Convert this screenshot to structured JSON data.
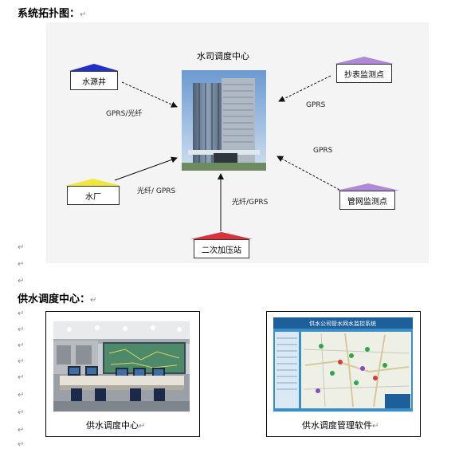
{
  "section1": {
    "heading": "系统拓扑图：",
    "mark": "↵"
  },
  "diagram": {
    "center_title": "水司调度中心",
    "nodes": {
      "water_well": "水源井",
      "meter_point": "抄表监测点",
      "water_plant": "水厂",
      "pipe_point": "管网监测点",
      "booster": "二次加压站"
    },
    "links": {
      "well": "GPRS/光纤",
      "meter": "GPRS",
      "pipe": "GPRS",
      "plant": "光纤/ GPRS",
      "booster": "光纤/GPRS"
    },
    "colors": {
      "well_roof": "#2030c8",
      "meter_roof": "#b088d8",
      "plant_roof": "#f0e838",
      "pipe_roof": "#b088d8",
      "booster_roof": "#d8323c"
    }
  },
  "paragraph_mark": "↵",
  "section2": {
    "heading": "供水调度中心：",
    "mark": "↵"
  },
  "photos": {
    "control_room_caption": "供水调度中心",
    "software_caption": "供水调度管理软件",
    "mark": "↵",
    "software_header": "供水公司管水网水监控系统"
  }
}
